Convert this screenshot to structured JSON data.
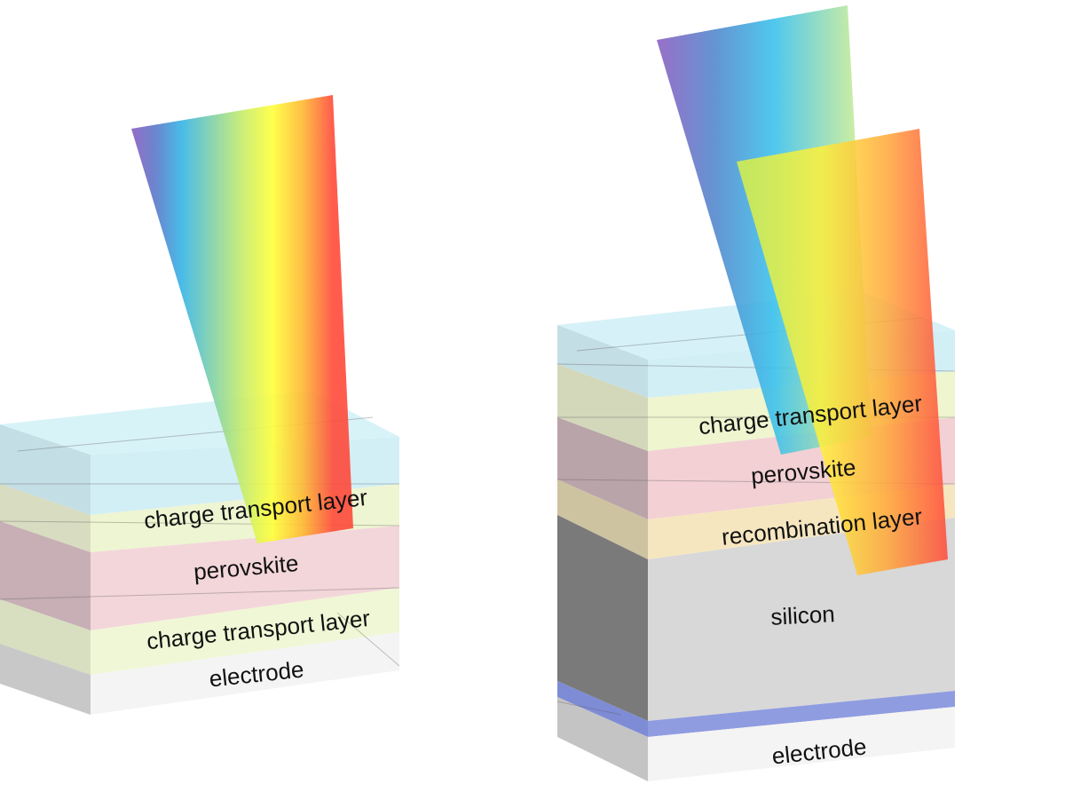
{
  "left_cell": {
    "layers": [
      {
        "id": "ctl-top",
        "label": "charge transport layer"
      },
      {
        "id": "perovskite",
        "label": "perovskite"
      },
      {
        "id": "ctl-bottom",
        "label": "charge transport layer"
      },
      {
        "id": "electrode",
        "label": "electrode"
      }
    ]
  },
  "right_cell": {
    "layers": [
      {
        "id": "ctl-top",
        "label": "charge transport layer"
      },
      {
        "id": "perovskite",
        "label": "perovskite"
      },
      {
        "id": "recombination",
        "label": "recombination layer"
      },
      {
        "id": "silicon",
        "label": "silicon"
      },
      {
        "id": "electrode",
        "label": "electrode"
      }
    ]
  },
  "colors": {
    "glass": "#cdeff5",
    "transport": "#eef5cf",
    "perovskite": "#f3d2d6",
    "recombination": "#f6e6bf",
    "silicon": "#d6d6d6",
    "back_contact": "#8f9ce0",
    "electrode": "#f4f4f4"
  }
}
